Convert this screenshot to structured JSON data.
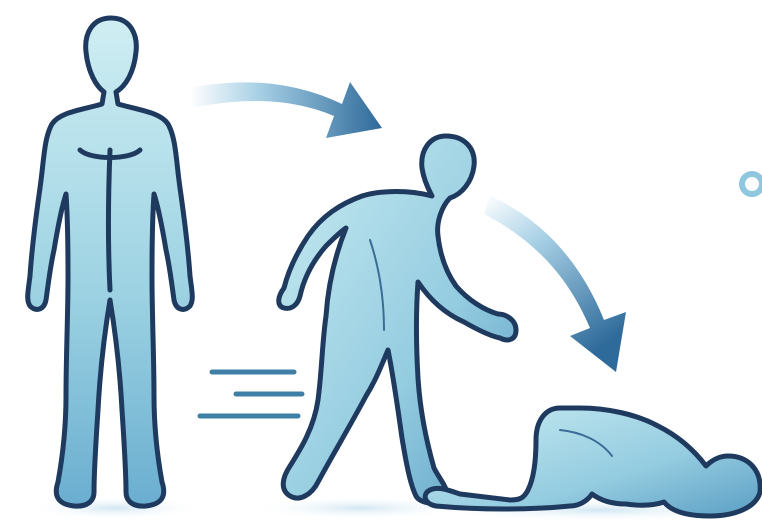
{
  "scene": {
    "figures": [
      "standing-person",
      "stumbling-person",
      "fallen-person"
    ],
    "arrows": [
      "arrow-stand-to-stumble",
      "arrow-stumble-to-fall"
    ],
    "motion_lines_count": 3
  },
  "colors": {
    "figure_fill_light": "#cfeef3",
    "figure_fill_mid": "#9ed3e3",
    "figure_fill_dark": "#5b9ec4",
    "outline": "#1f3a5f",
    "arrow_dark": "#2e6a9a",
    "arrow_light": "#d6ecf5",
    "ground_shadow": "#d9ecf5",
    "background": "#ffffff"
  }
}
